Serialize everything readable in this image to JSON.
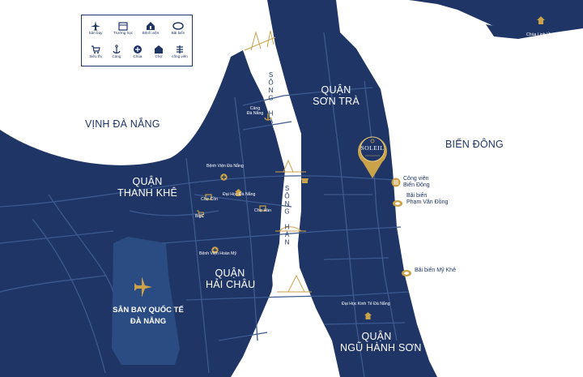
{
  "legend": {
    "items": [
      {
        "icon": "airplane-icon",
        "label": "Sân bay"
      },
      {
        "icon": "school-icon",
        "label": "Trường học"
      },
      {
        "icon": "hospital-icon",
        "label": "Bệnh viện"
      },
      {
        "icon": "beach-icon",
        "label": "Bãi biển"
      },
      {
        "icon": "supermarket-icon",
        "label": "Siêu thị"
      },
      {
        "icon": "port-icon",
        "label": "Cảng"
      },
      {
        "icon": "pagoda-icon",
        "label": "Chùa"
      },
      {
        "icon": "market-icon",
        "label": "Chợ"
      },
      {
        "icon": "park-icon",
        "label": "công viên"
      }
    ]
  },
  "areas": {
    "vinh_da_nang": "VỊNH ĐÀ NẴNG",
    "bien_dong": "BIỂN ĐÔNG",
    "son_tra_1": "QUẬN",
    "son_tra_2": "SƠN TRÀ",
    "thanh_khe_1": "QUẬN",
    "thanh_khe_2": "THANH KHÊ",
    "hai_chau_1": "QUẬN",
    "hai_chau_2": "HẢI CHÂU",
    "ngu_hanh_son_1": "QUẬN",
    "ngu_hanh_son_2": "NGŨ HÀNH SƠN",
    "song_han_1": "SÔNG HÀN",
    "song_han_2": "SÔNG HÀN"
  },
  "airport": {
    "line1": "SÂN BAY QUỐC TẾ",
    "line2": "ĐÀ NẴNG"
  },
  "pois": {
    "chua_linh_ung": "Chùa Linh Ứng",
    "cang_da_nang_1": "Cảng",
    "cang_da_nang_2": "Đà Nẵng",
    "benh_vien_da_nang": "Bệnh Viện Đà Nẵng",
    "cho_con": "Chợ Cồn",
    "dai_hoc_da_nang": "Đại Học Đà Nẵng",
    "cho_han": "Chợ Hàn",
    "bigc": "BigC",
    "benh_vien_hoan_my": "Bệnh Viện Hoàn Mỹ",
    "dai_hoc_kinh_te": "Đại Học Kinh Tế Đà Nẵng",
    "cong_vien_1": "Công viên",
    "cong_vien_2": "Biển Đông",
    "bai_bien_pvd_1": "Bãi biển",
    "bai_bien_pvd_2": "Phạm Văn Đồng",
    "bai_bien_my_khe": "Bãi biển Mỹ Khê"
  },
  "project": {
    "name": "SOLEIL"
  },
  "colors": {
    "land": "#1f3566",
    "water": "#ffffff",
    "airport": "#2a4c82",
    "gold": "#c9a24a"
  }
}
